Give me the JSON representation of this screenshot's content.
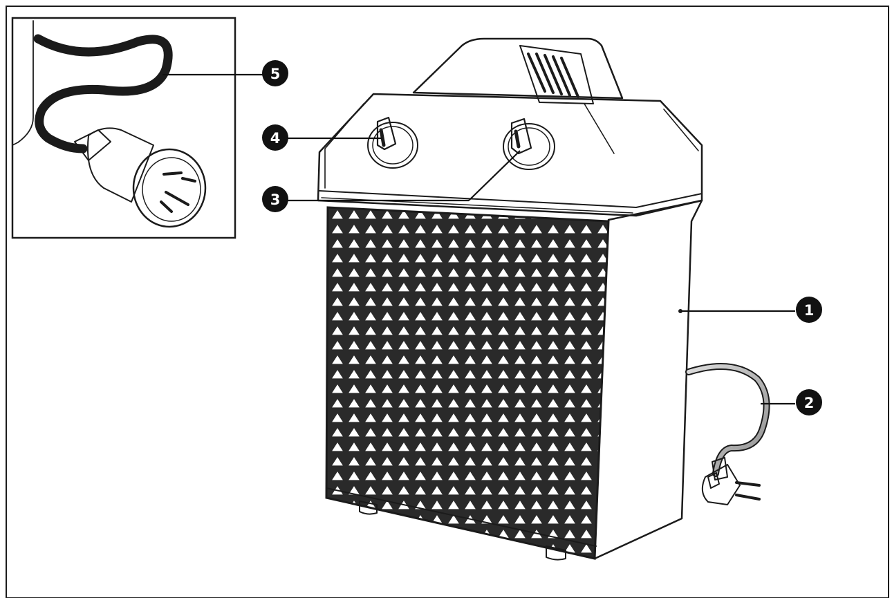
{
  "colors": {
    "background": "#ffffff",
    "ink": "#1b1b1b",
    "callout_fill": "#111111",
    "callout_text": "#ffffff",
    "grille_hole": "#ffffff",
    "grille_face": "#f7f7f7"
  },
  "callouts": [
    {
      "id": "1",
      "label": "1",
      "part": "heater-housing"
    },
    {
      "id": "2",
      "label": "2",
      "part": "power-cable-with-schuko-plug"
    },
    {
      "id": "3",
      "label": "3",
      "part": "thermostat-knob"
    },
    {
      "id": "4",
      "label": "4",
      "part": "mode-switch-knob"
    },
    {
      "id": "5",
      "label": "5",
      "part": "industrial-plug-cable"
    }
  ]
}
